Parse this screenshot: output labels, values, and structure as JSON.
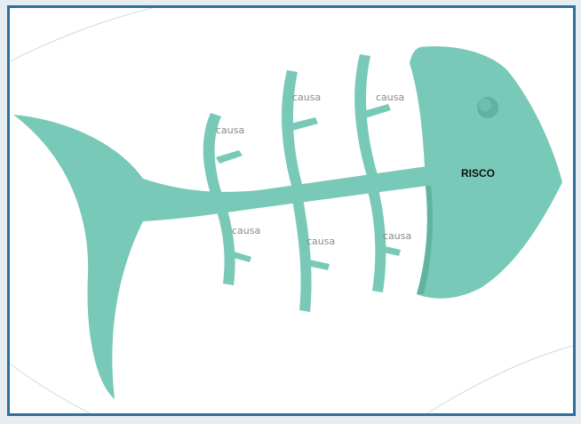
{
  "diagram": {
    "colors": {
      "border": "#2f6f9b",
      "fish": "#78c9b7",
      "fish_shade": "#5fb3a1",
      "cause_text": "#8a8a8a",
      "risk_text": "#111111"
    },
    "head_label": "RISCO",
    "causes": [
      {
        "label": "causa",
        "side": "top"
      },
      {
        "label": "causa",
        "side": "top"
      },
      {
        "label": "causa",
        "side": "top"
      },
      {
        "label": "causa",
        "side": "bottom"
      },
      {
        "label": "causa",
        "side": "bottom"
      },
      {
        "label": "causa",
        "side": "bottom"
      }
    ]
  }
}
